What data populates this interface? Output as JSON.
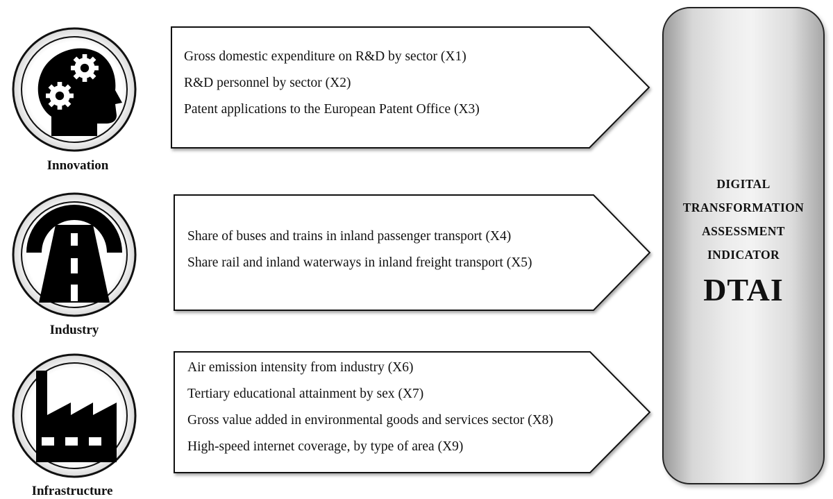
{
  "categories": [
    {
      "label": "Innovation",
      "icon": "head-gears-icon",
      "indicators": [
        "Gross domestic expenditure on R&D by sector (X1)",
        "R&D personnel by sector (X2)",
        "Patent applications to the European Patent Office (X3)"
      ]
    },
    {
      "label": "Industry",
      "icon": "road-icon",
      "indicators": [
        "Share of buses and trains in inland passenger transport (X4)",
        "Share rail and inland waterways in inland freight transport (X5)"
      ]
    },
    {
      "label": "Infrastructure",
      "icon": "factory-icon",
      "indicators": [
        "Air emission intensity from industry (X6)",
        "Tertiary educational attainment by sex (X7)",
        "Gross value added in environmental goods and services sector  (X8)",
        "High-speed internet coverage, by type of area (X9)"
      ]
    }
  ],
  "result": {
    "lines": [
      "DIGITAL",
      "TRANSFORMATION",
      "ASSESSMENT",
      "INDICATOR"
    ],
    "acronym": "DTAI"
  }
}
